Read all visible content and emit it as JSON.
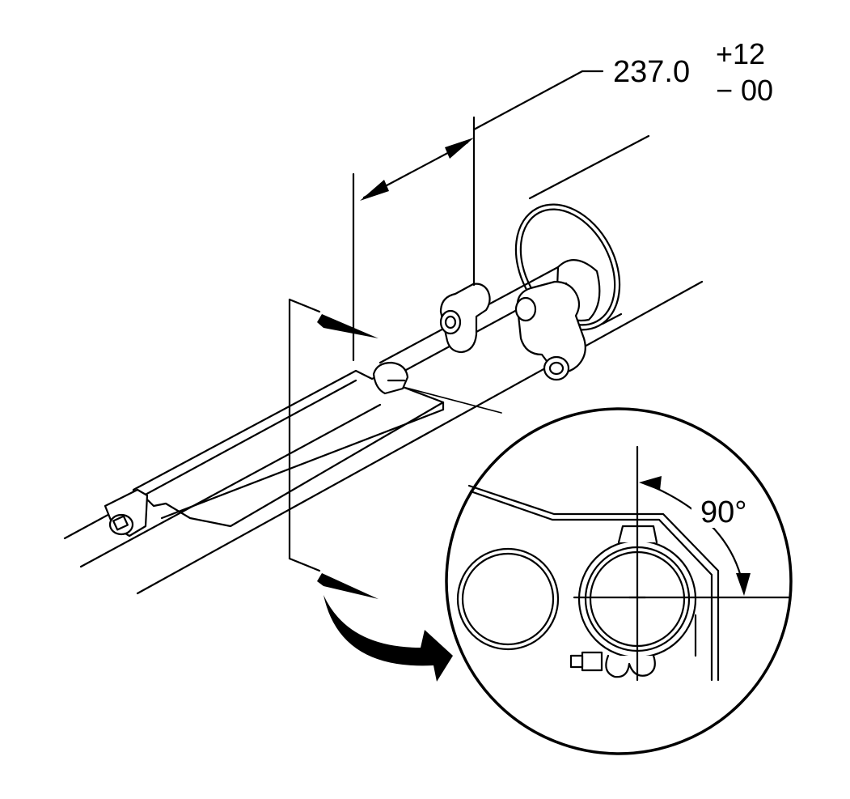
{
  "dimension": {
    "value": "237.0",
    "tolerance_plus": "+12",
    "tolerance_minus": "− 00"
  },
  "detail": {
    "angle": "90°"
  }
}
